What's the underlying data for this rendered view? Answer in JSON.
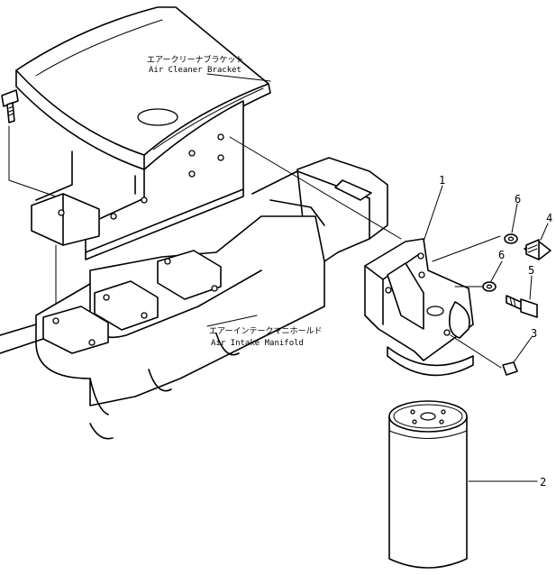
{
  "labels": {
    "bracket_jp": "エアークリーナブラケット",
    "bracket_en": "Air Cleaner Bracket",
    "manifold_jp": "エアーインテークマニホールド",
    "manifold_en": "Air Intake Manifold"
  },
  "callouts": {
    "c1": "1",
    "c2": "2",
    "c3": "3",
    "c4": "4",
    "c5": "5",
    "c6a": "6",
    "c6b": "6"
  }
}
